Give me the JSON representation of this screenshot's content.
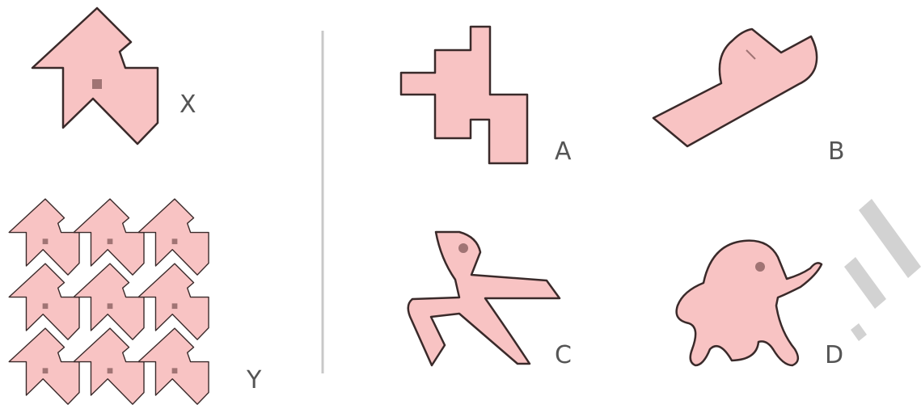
{
  "labels": {
    "x": "X",
    "y": "Y",
    "a": "A",
    "b": "B",
    "c": "C",
    "d": "D"
  },
  "colors": {
    "shape_fill": "#f8c3c3",
    "outline": "#3a2a2a",
    "dot": "#a07474",
    "divider": "#c8c8c8",
    "label": "#555555"
  }
}
